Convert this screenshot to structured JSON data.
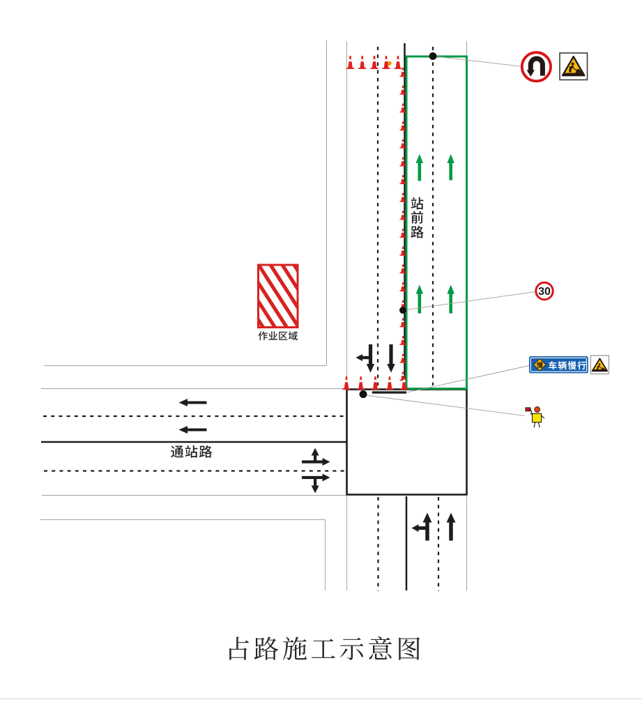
{
  "diagram": {
    "title": "占路施工示意图",
    "roads": {
      "north_south_road": {
        "label": "站前路"
      },
      "east_west_road": {
        "label": "通站路"
      }
    },
    "work_zone": {
      "label": "作业区域"
    },
    "signs": {
      "speed_limit": {
        "value": "30"
      },
      "slow_plate": {
        "badge": "慢",
        "text": "车辆慢行"
      }
    },
    "icons": {
      "u_turn": "u-turn-sign-icon",
      "roadwork": "roadwork-sign-icon",
      "traffic_cone": "traffic-cone-icon",
      "warning_lamp": "warning-lamp-icon",
      "flagger": "flagger-icon",
      "flag": "flag-icon"
    },
    "colors": {
      "closure_outline_green": "#009a44",
      "cone_red": "#e0201d",
      "prohibition_red": "#d7141a",
      "hatch_red": "#d7231f",
      "slow_sign_blue": "#1660af",
      "warning_yellow": "#f9b70c",
      "vest_yellow": "#f2e500",
      "line_black": "#1d1d1b",
      "edge_gray": "#b3b3b3"
    },
    "markers": {
      "cones_top_row": 5,
      "cones_taper_column": 18,
      "cones_bottom_row": 5,
      "green_arrows": 4,
      "marker_dots": 3
    }
  }
}
